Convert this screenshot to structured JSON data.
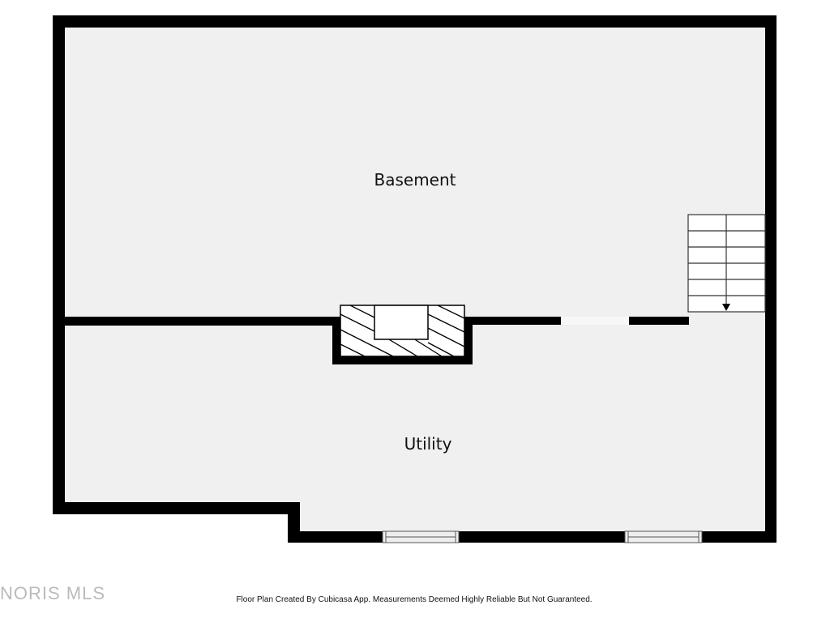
{
  "rooms": {
    "basement": "Basement",
    "utility": "Utility"
  },
  "footer": "Floor Plan Created By Cubicasa App. Measurements Deemed Highly Reliable But Not Guaranteed.",
  "watermark": "NORIS MLS",
  "colors": {
    "wall": "#000000",
    "floor": "#f0f0f0",
    "fixture": "#ffffff"
  }
}
